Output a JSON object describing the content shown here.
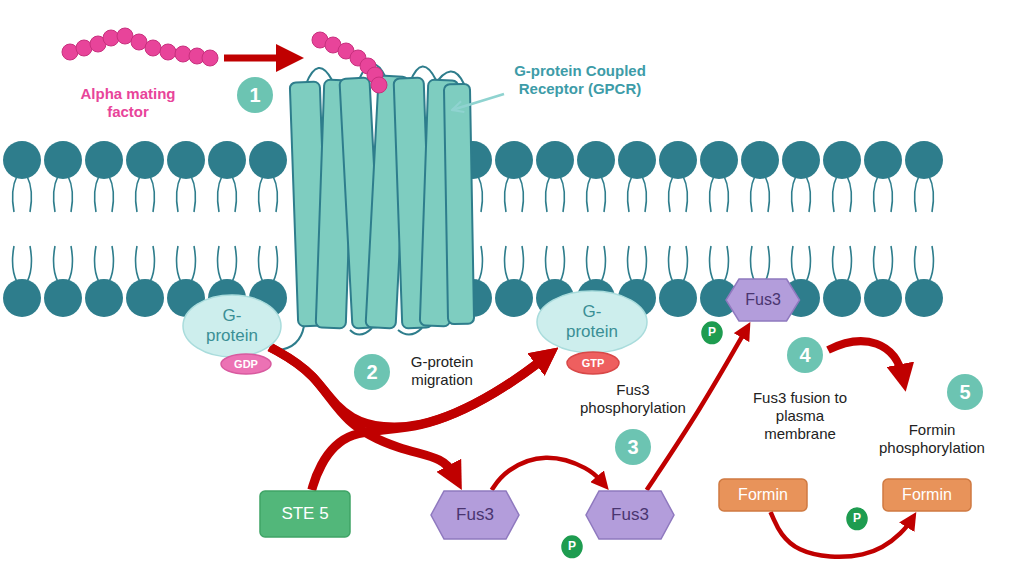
{
  "diagram": {
    "nodes": [
      {
        "text": [
          "G- protein"
        ]
      },
      {
        "text": [
          "GDP"
        ]
      },
      {
        "text": [
          "G- protein"
        ]
      },
      {
        "text": [
          "GTP"
        ]
      },
      {
        "text": [
          "Fus3"
        ]
      },
      {
        "text": [
          "P"
        ]
      },
      {
        "text": [
          "STE 5"
        ]
      },
      {
        "text": [
          "Fus3"
        ]
      },
      {
        "text": [
          "Fus3"
        ]
      },
      {
        "text": [
          "P"
        ]
      },
      {
        "text": [
          "Formin"
        ]
      },
      {
        "text": [
          "Formin"
        ]
      },
      {
        "text": [
          "P"
        ]
      }
    ],
    "edges": [
      {
        "from": 0,
        "to": 2,
        "arrow": "to"
      },
      {
        "from": 6,
        "to": 2,
        "arrow": "to"
      },
      {
        "from": 0,
        "to": 7,
        "arrow": "to"
      },
      {
        "from": 7,
        "to": 8,
        "arrow": "to"
      },
      {
        "from": 8,
        "to": 4,
        "arrow": "to"
      },
      {
        "from": 10,
        "to": 11,
        "arrow": "to"
      }
    ],
    "labels": [
      "Alpha mating factor",
      "1",
      "G-protein Coupled Receptor (GPCR)",
      "2",
      "G-protein migration",
      "Fus3 phosphorylation",
      "3",
      "4",
      "Fus3 fusion to plasma membrane",
      "5",
      "Formin phosphorylation"
    ]
  }
}
